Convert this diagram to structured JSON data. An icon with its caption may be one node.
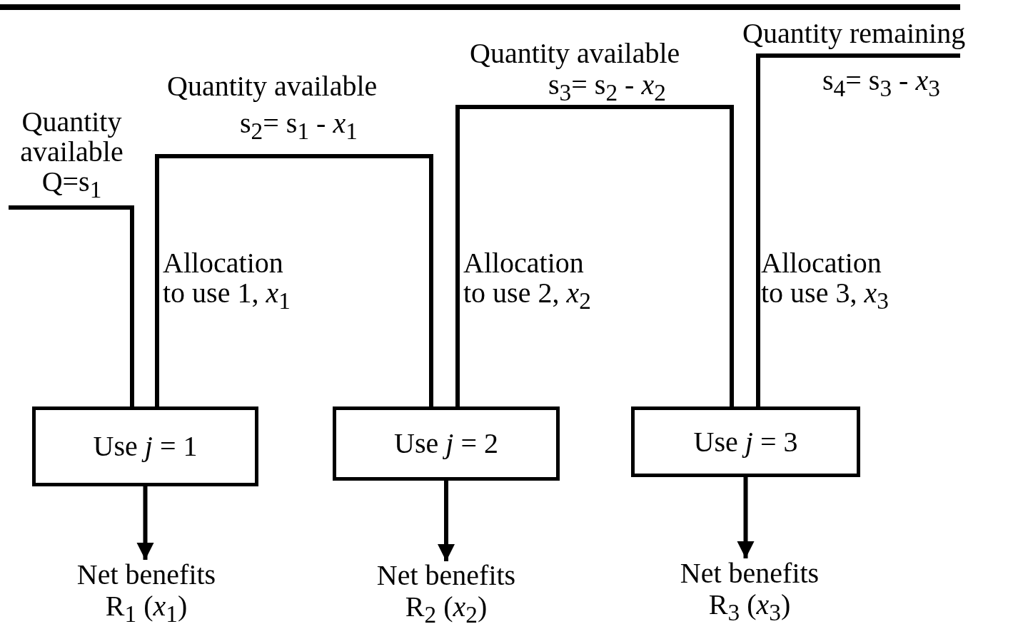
{
  "diagram": {
    "nodes": [
      {
        "text": [
          "Use *j* = 1"
        ]
      },
      {
        "text": [
          "Use *j* = 2"
        ]
      },
      {
        "text": [
          "Use *j* = 3"
        ]
      },
      {
        "text": [
          "Net benefits R$_{1}$ (*x*$_{1}$)"
        ]
      },
      {
        "text": [
          "Net benefits R$_{2}$ (*x*$_{2}$)"
        ]
      },
      {
        "text": [
          "Net benefits R$_{3}$ (*x*$_{3}$)"
        ]
      }
    ],
    "edges": [
      {
        "from": 0,
        "to": 3,
        "arrow": "to"
      },
      {
        "from": 1,
        "to": 4,
        "arrow": "to"
      },
      {
        "from": 2,
        "to": 5,
        "arrow": "to"
      }
    ],
    "labels": [
      "Quantity remaining",
      "Quantity available",
      "s$_{3}$= s$_{2}$ - *x*$_{2}$",
      "s$_{4}$= s$_{3}$ - *x*$_{3}$",
      "Quantity available",
      "s$_{2}$= s$_{1}$ - *x*$_{1}$",
      "Quantity available Q=s$_{1}$",
      "Allocation to use 1, *x*$_{1}$",
      "Allocation to use 2, *x*$_{2}$",
      "Allocation to use 3, *x*$_{3}$"
    ]
  }
}
